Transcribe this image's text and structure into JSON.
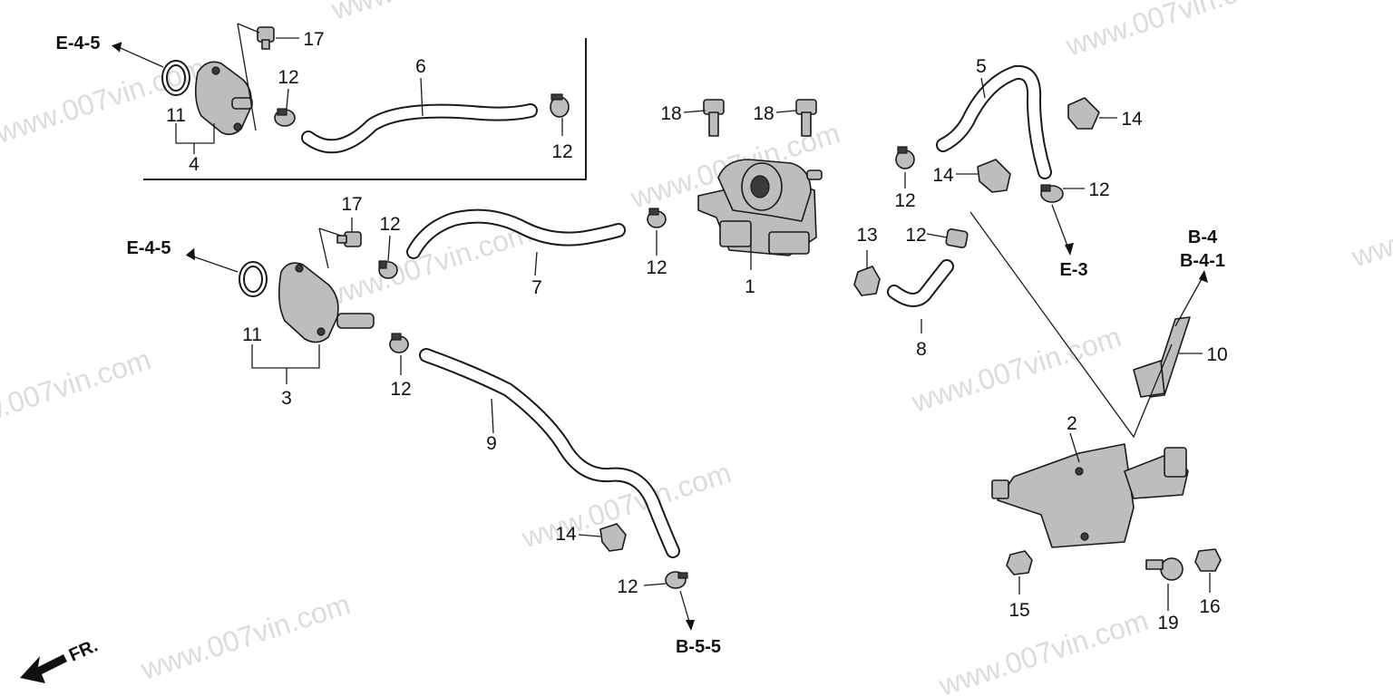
{
  "part_numbers": {
    "p1": "1",
    "p2": "2",
    "p3": "3",
    "p4": "4",
    "p5": "5",
    "p6": "6",
    "p7": "7",
    "p8": "8",
    "p9": "9",
    "p10": "10",
    "p11a": "11",
    "p11b": "11",
    "p12a": "12",
    "p12b": "12",
    "p12c": "12",
    "p12d": "12",
    "p12e": "12",
    "p12f": "12",
    "p12g": "12",
    "p12h": "12",
    "p12i": "12",
    "p13": "13",
    "p14a": "14",
    "p14b": "14",
    "p14c": "14",
    "p15": "15",
    "p16": "16",
    "p17a": "17",
    "p17b": "17",
    "p18a": "18",
    "p18b": "18",
    "p19": "19"
  },
  "references": {
    "e45_top": "E-4-5",
    "e45_mid": "E-4-5",
    "e3": "E-3",
    "b4": "B-4",
    "b41": "B-4-1",
    "b55": "B-5-5"
  },
  "direction_label": "FR.",
  "watermarks": [
    "www.007vin.com"
  ]
}
